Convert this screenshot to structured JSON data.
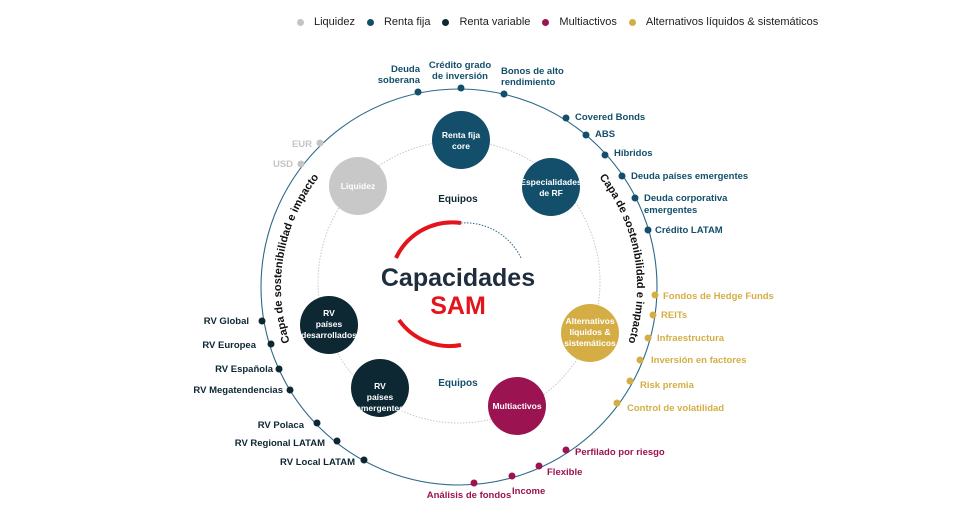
{
  "legend": [
    {
      "label": "Liquidez",
      "color": "#c4c4c4"
    },
    {
      "label": "Renta fija",
      "color": "#134f6b"
    },
    {
      "label": "Renta variable",
      "color": "#0d2733"
    },
    {
      "label": "Multiactivos",
      "color": "#9b1350"
    },
    {
      "label": "Alternativos líquidos & sistemáticos",
      "color": "#d4ae45"
    }
  ],
  "center": {
    "title_line1": "Capacidades",
    "title_line2": "SAM",
    "accent": "#e3141b"
  },
  "teams_label_top": "Equipos",
  "teams_label_bottom": "Equipos",
  "sustainability_layer_left": "Capa de sostenibilidad e impacto",
  "sustainability_layer_right": "Capa de sostenibilidad e impacto",
  "nodes": {
    "renta_fija_core": [
      "Renta fija",
      "core"
    ],
    "especialidades_rf": [
      "Especialidades",
      "de RF"
    ],
    "liquidez": [
      "Liquidez"
    ],
    "rv_desarrollados": [
      "RV",
      "países",
      "desarrollados"
    ],
    "rv_emergentes": [
      "RV",
      "países",
      "emergentes"
    ],
    "multiactivos": [
      "Multiactivos"
    ],
    "alternativos": [
      "Alternativos",
      "líquidos &",
      "sistemáticos"
    ]
  },
  "capabilities": {
    "renta_fija": {
      "deuda_soberana": [
        "Deuda",
        "soberana"
      ],
      "credito_grado": [
        "Crédito grado",
        "de inversión"
      ],
      "bonos_alto": [
        "Bonos de alto",
        "rendimiento"
      ],
      "covered_bonds": "Covered Bonds",
      "abs": "ABS",
      "hibridos": "Híbridos",
      "deuda_emergentes": "Deuda países emergentes",
      "deuda_corporativa": [
        "Deuda corporativa",
        "emergentes"
      ],
      "credito_latam": "Crédito LATAM"
    },
    "alternativos": [
      "Fondos de Hedge Funds",
      "REITs",
      "Infraestructura",
      "Inversión en factores",
      "Risk premia",
      "Control de volatilidad"
    ],
    "multiactivos": [
      "Perfilado por riesgo",
      "Flexible",
      "Income",
      "Análisis de fondos"
    ],
    "renta_variable": [
      "RV Global",
      "RV Europea",
      "RV Española",
      "RV Megatendencias",
      "RV Polaca",
      "RV Regional LATAM",
      "RV Local LATAM"
    ],
    "liquidez": [
      "EUR",
      "USD"
    ]
  }
}
